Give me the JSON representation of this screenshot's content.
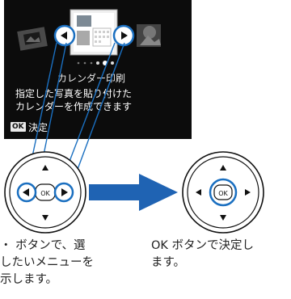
{
  "screen": {
    "menu_title": "カレンダー印刷",
    "description_line1": "指定した写真を貼り付けた",
    "description_line2": "カレンダーを作成できます",
    "ok_badge": "OK",
    "ok_action": "決定"
  },
  "controller": {
    "ok_label": "OK"
  },
  "captions": {
    "left_line1": "・ ボタンで、選",
    "left_line2": "したいメニューを",
    "left_line3": "示します。",
    "right_line1": "OK ボタンで決定し",
    "right_line2": "ます。"
  },
  "colors": {
    "accent_blue": "#1a6fc0",
    "arrow_blue": "#1f63b3",
    "screen_bg": "#0c0c0c"
  }
}
